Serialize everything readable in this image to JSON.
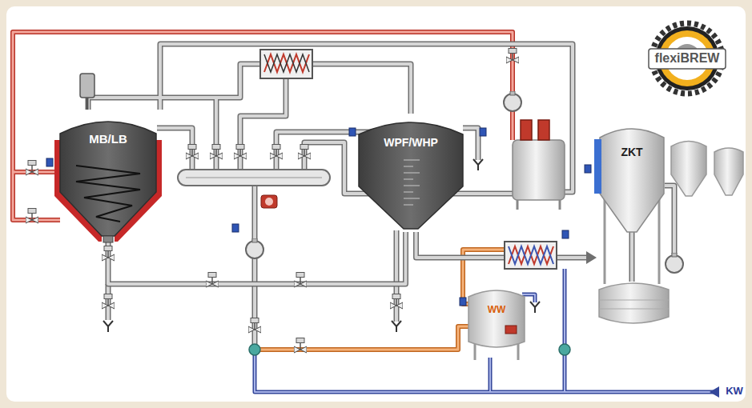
{
  "diagram": {
    "nodes": [
      {
        "text": [
          "MB/LB"
        ]
      },
      {
        "text": [
          "WPF/WHP"
        ]
      },
      {
        "text": [
          "ZKT"
        ]
      },
      {
        "text": [
          "WW"
        ]
      }
    ],
    "edges": [
      {
        "from": 0,
        "to": 1,
        "arrow": "none"
      },
      {
        "from": 1,
        "to": 2,
        "arrow": "to"
      }
    ],
    "labels": [
      "flexiBREW",
      "KW"
    ]
  }
}
